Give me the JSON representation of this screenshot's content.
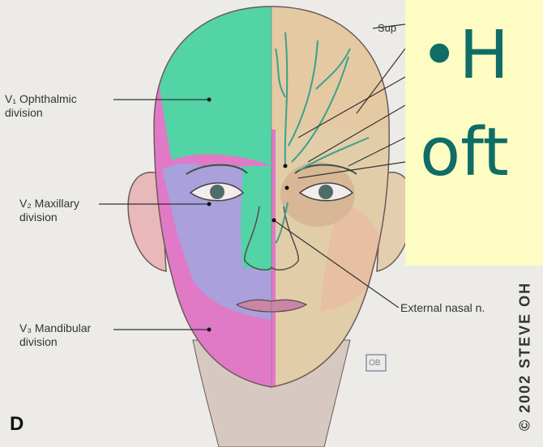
{
  "labels": {
    "v1": [
      "V₁ Ophthalmic",
      "division"
    ],
    "v2": [
      "V₂ Maxillary",
      "division"
    ],
    "v3": [
      "V₃ Mandibular",
      "division"
    ],
    "top_nerve": "Sup",
    "external_nasal": "External nasal n.",
    "panel_letter": "D"
  },
  "banner": {
    "line1": "•H",
    "line2": "oft"
  },
  "copyright": "© 2002 STEVE OH",
  "signature": "OB",
  "colors": {
    "ophthalmic": "#52d4a6",
    "maxillary": "#a9a0dc",
    "mandibular": "#e07ac6",
    "banner_bg": "#fdfcc3",
    "banner_text": "#0f6d66"
  }
}
